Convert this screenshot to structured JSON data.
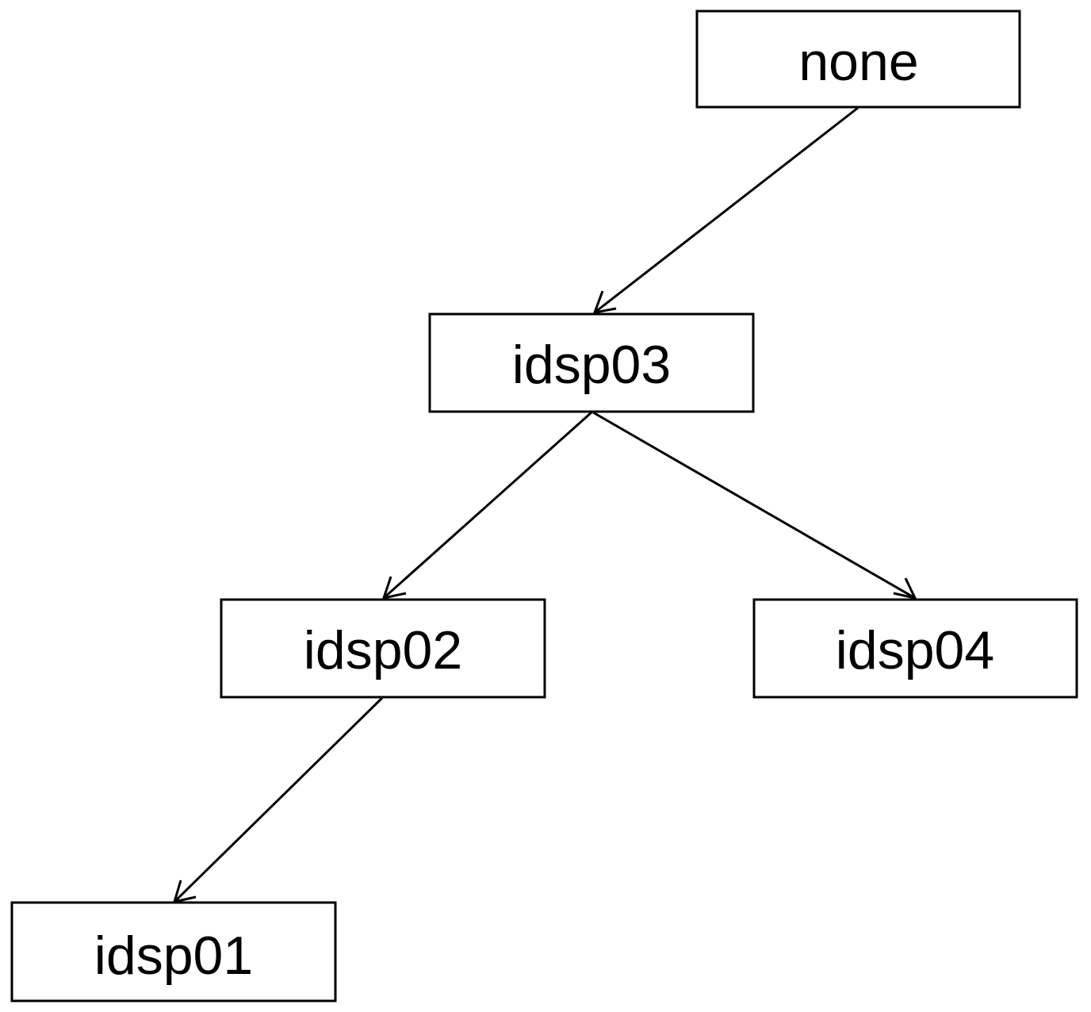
{
  "nodes": [
    {
      "id": "none",
      "label": "none"
    },
    {
      "id": "idsp03",
      "label": "idsp03"
    },
    {
      "id": "idsp02",
      "label": "idsp02"
    },
    {
      "id": "idsp04",
      "label": "idsp04"
    },
    {
      "id": "idsp01",
      "label": "idsp01"
    }
  ],
  "edges": [
    {
      "from": "none",
      "to": "idsp03"
    },
    {
      "from": "idsp03",
      "to": "idsp02"
    },
    {
      "from": "idsp03",
      "to": "idsp04"
    },
    {
      "from": "idsp02",
      "to": "idsp01"
    }
  ],
  "colors": {
    "stroke": "#000000",
    "fill": "#ffffff",
    "text": "#000000"
  }
}
